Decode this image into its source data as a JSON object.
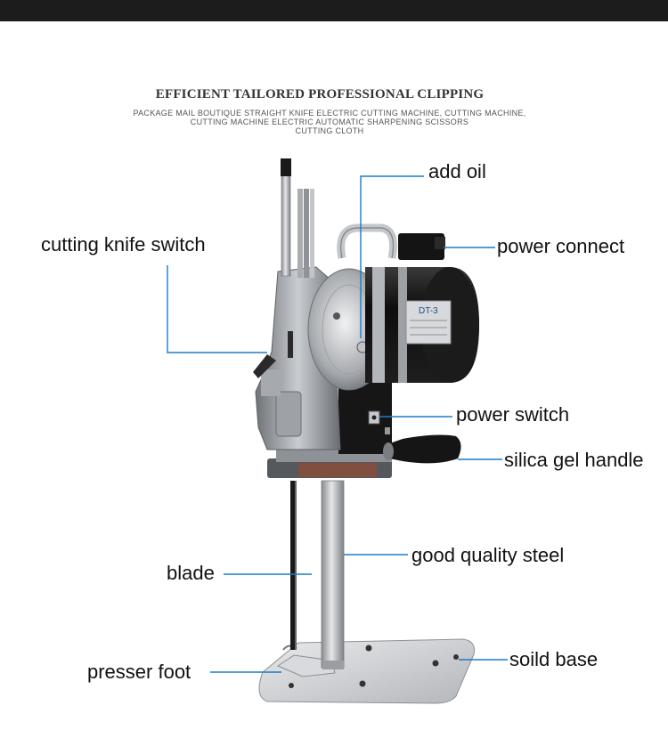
{
  "header": {
    "title": "EFFICIENT TAILORED PROFESSIONAL CLIPPING",
    "subtitle_lines": [
      "PACKAGE MAIL BOUTIQUE STRAIGHT KNIFE ELECTRIC CUTTING MACHINE, CUTTING MACHINE,",
      "CUTTING MACHINE ELECTRIC AUTOMATIC SHARPENING SCISSORS",
      "CUTTING CLOTH"
    ]
  },
  "product": {
    "model_plate": "DT-3"
  },
  "callouts": {
    "add_oil": "add oil",
    "cutting_knife_switch": "cutting knife switch",
    "power_connect": "power connect",
    "power_switch": "power switch",
    "silica_gel_handle": "silica gel handle",
    "good_quality_steel": "good quality steel",
    "blade": "blade",
    "presser_foot": "presser foot",
    "soild_base": "soild base"
  },
  "colors": {
    "leader_line": "#1a7bc7",
    "top_bar": "#1c1c1c",
    "motor_body": "#111111",
    "metal": "#b9bcc0"
  }
}
